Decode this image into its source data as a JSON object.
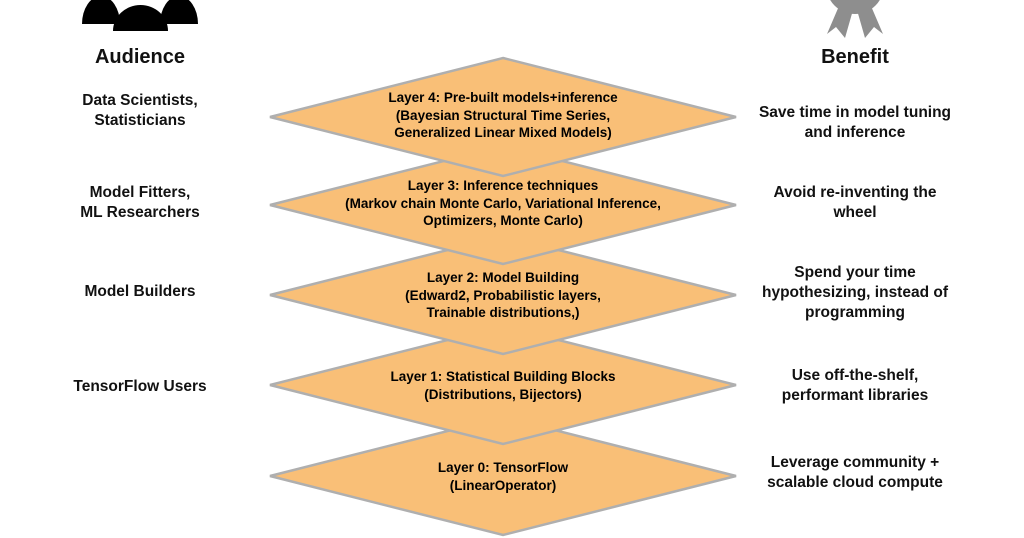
{
  "colors": {
    "diamond_fill": "#F9BF77",
    "diamond_border": "#AFAFAF",
    "audience_icon": "#000000",
    "benefit_icon": "#8E8E8E",
    "text": "#111111"
  },
  "header": {
    "audience_label": "Audience",
    "benefit_label": "Benefit"
  },
  "audience": {
    "items": [
      {
        "label": "Data Scientists,\nStatisticians"
      },
      {
        "label": "Model Fitters,\nML Researchers"
      },
      {
        "label": "Model Builders"
      },
      {
        "label": "TensorFlow Users"
      }
    ]
  },
  "layers": {
    "items": [
      {
        "label": "Layer 4: Pre-built models+inference\n(Bayesian Structural Time Series,\nGeneralized Linear Mixed Models)"
      },
      {
        "label": "Layer 3: Inference techniques\n(Markov chain Monte Carlo, Variational Inference,\nOptimizers, Monte Carlo)"
      },
      {
        "label": "Layer 2: Model Building\n(Edward2, Probabilistic layers,\nTrainable distributions,)"
      },
      {
        "label": "Layer 1: Statistical Building Blocks\n(Distributions, Bijectors)"
      },
      {
        "label": "Layer 0: TensorFlow\n(LinearOperator)"
      }
    ]
  },
  "benefits": {
    "items": [
      {
        "label": "Save time in model tuning\nand inference"
      },
      {
        "label": "Avoid re-inventing the\nwheel"
      },
      {
        "label": "Spend your time\nhypothesizing, instead of\nprogramming"
      },
      {
        "label": "Use off-the-shelf,\nperformant libraries"
      },
      {
        "label": "Leverage community +\nscalable cloud compute"
      }
    ]
  }
}
